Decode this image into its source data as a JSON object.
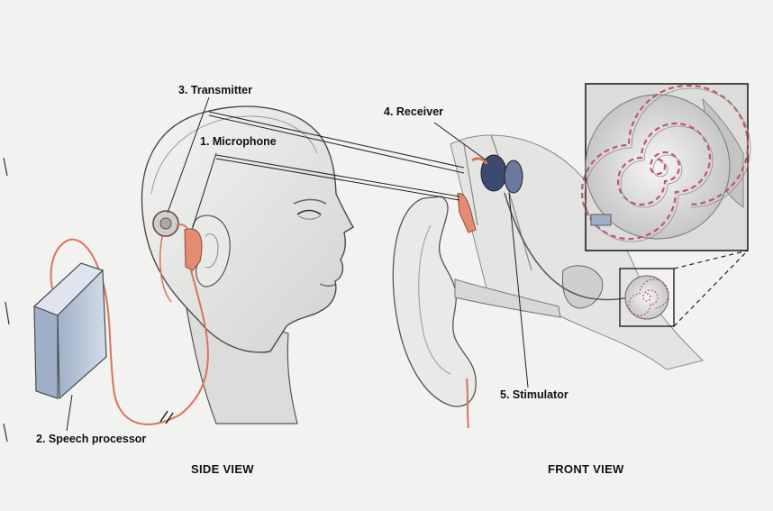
{
  "labels": {
    "transmitter": "3. Transmitter",
    "microphone": "1. Microphone",
    "receiver": "4. Receiver",
    "speech_processor": "2. Speech processor",
    "stimulator": "5. Stimulator"
  },
  "views": {
    "side": "SIDE VIEW",
    "front": "FRONT VIEW"
  },
  "colors": {
    "background": "#f2f2f0",
    "skin": "#e6e6e4",
    "shadow": "#c9c9c7",
    "device_wire": "#d9735a",
    "processor_blue": "#b8c6d9",
    "receiver_dark": "#3c4a72",
    "cochlea_electrode": "#c0566e"
  }
}
